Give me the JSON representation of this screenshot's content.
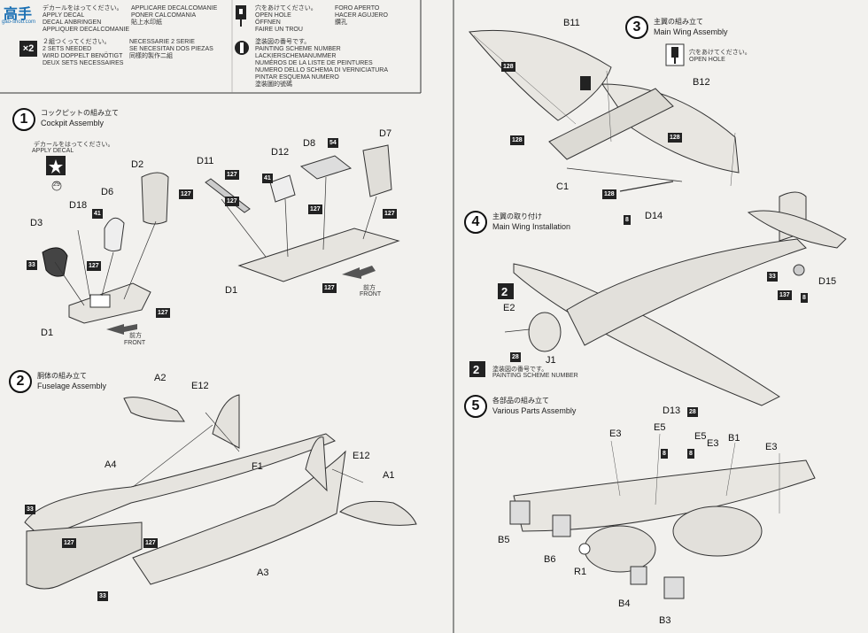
{
  "legend": {
    "apply_decal": [
      "デカールをはってください。",
      "APPLY DECAL",
      "DECAL ANBRINGEN",
      "APPLIQUER DECALCOMANIE"
    ],
    "apply_decal_right": [
      "APPLICARE DECALCOMANIE",
      "PONER CALCOMANIA",
      "貼上水印紙"
    ],
    "two_sets": [
      "２組つくってください。",
      "2 SETS NEEDED",
      "WIRD DOPPELT BENÖTIGT",
      "DEUX SETS NECESSAIRES"
    ],
    "two_sets_right": [
      "NECESSARIE 2 SERIE",
      "SE NECESITAN DOS PIEZAS",
      "同樣的製作二組"
    ],
    "x2": "×2",
    "open_hole": [
      "穴をあけてください。",
      "OPEN HOLE",
      "ÖFFNEN",
      "FAIRE UN TROU"
    ],
    "open_hole_right": [
      "FORO APERTO",
      "HACER AGUJERO",
      "鑽孔"
    ],
    "paint_scheme": [
      "塗装図の番号です。",
      "PAINTING SCHEME NUMBER",
      "LACKIERSCHEMANUMMER",
      "NUMÉROS DE LA LISTE DE PEINTURES"
    ],
    "paint_scheme_right": [
      "NUMERO DELLO SCHEMA DI VERNICIATURA",
      "PINTAR ESQUEMA NUMERO",
      "塗裝圖的號碼"
    ],
    "one": "1"
  },
  "steps": [
    {
      "num": "1",
      "jp": "コックピットの組み立て",
      "en": "Cockpit Assembly"
    },
    {
      "num": "2",
      "jp": "胴体の組み立て",
      "en": "Fuselage Assembly"
    },
    {
      "num": "3",
      "jp": "主翼の組み立て",
      "en": "Main Wing Assembly"
    },
    {
      "num": "4",
      "jp": "主翼の取り付け",
      "en": "Main Wing Installation"
    },
    {
      "num": "5",
      "jp": "各部品の組み立て",
      "en": "Various Parts Assembly"
    }
  ],
  "step1": {
    "decal_jp": "デカールをはってください。",
    "decal_en": "APPLY DECAL",
    "decal_no": "29",
    "front_jp": "前方",
    "front_en": "FRONT",
    "parts": [
      "D2",
      "D6",
      "D18",
      "D3",
      "D1",
      "D11",
      "D12",
      "D8",
      "D7",
      "D1"
    ],
    "tags": [
      "127",
      "41",
      "127",
      "33",
      "127",
      "127",
      "127",
      "41",
      "54",
      "127",
      "127",
      "127"
    ]
  },
  "step2": {
    "parts": [
      "A2",
      "E12",
      "A4",
      "F1",
      "E12",
      "A1",
      "A3"
    ],
    "tags": [
      "33",
      "127",
      "127",
      "33"
    ]
  },
  "step3": {
    "open_hole_jp": "穴をあけてください。",
    "open_hole_en": "OPEN HOLE",
    "parts": [
      "B11",
      "B12",
      "C1",
      "D14"
    ],
    "tags": [
      "128",
      "128",
      "128",
      "128",
      "8"
    ]
  },
  "step4": {
    "scheme_no": "2",
    "scheme_jp": "塗装図の番号です。",
    "scheme_en": "PAINTING SCHEME NUMBER",
    "parts": [
      "E2",
      "J1",
      "D15"
    ],
    "tags": [
      "28",
      "33",
      "137",
      "8"
    ]
  },
  "step5": {
    "parts": [
      "D13",
      "E3",
      "E5",
      "E5",
      "E3",
      "B1",
      "E3",
      "B5",
      "B6",
      "R1",
      "B4",
      "B3"
    ],
    "tags": [
      "28",
      "8",
      "8"
    ]
  },
  "watermark": {
    "main": "高手",
    "sub": "gao-shou.com"
  },
  "colors": {
    "accent": "#222222",
    "paper": "#f2f1ee",
    "tag": "#222222"
  }
}
